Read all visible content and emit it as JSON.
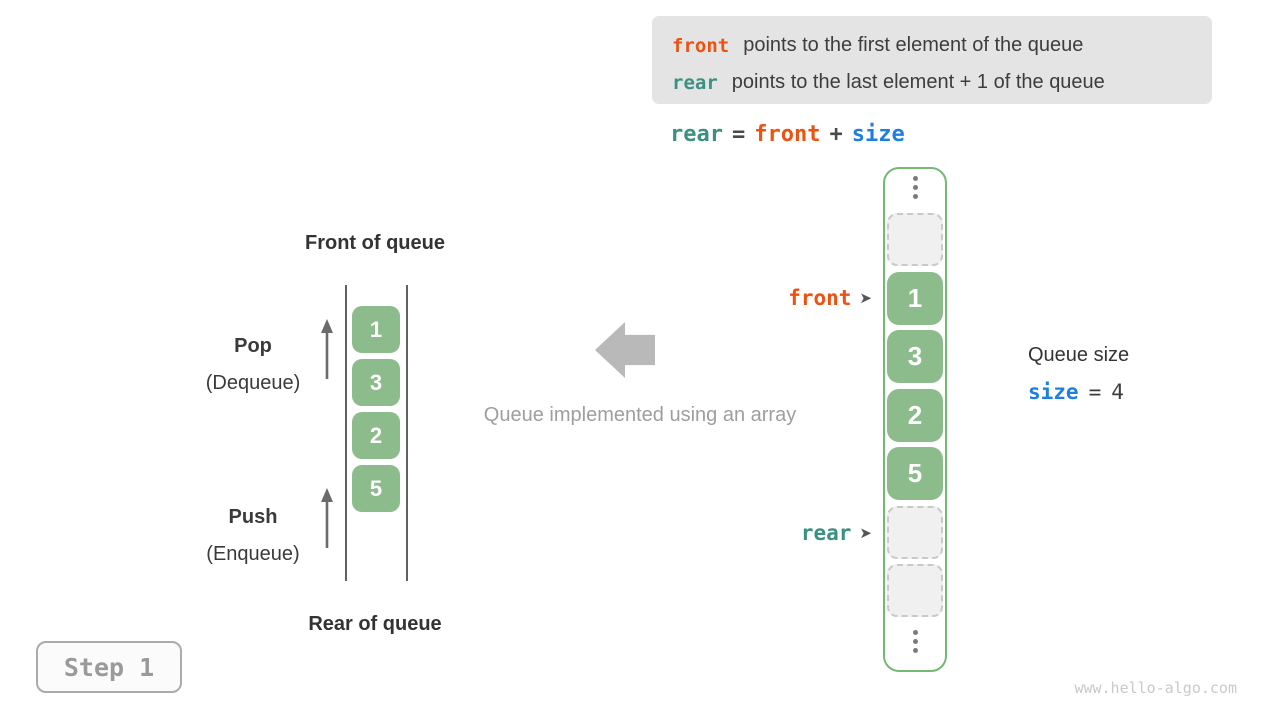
{
  "info_box": {
    "lines": [
      {
        "token": "front",
        "text": "points to the first element of the queue"
      },
      {
        "token": "rear",
        "text": "points to the last element + 1 of the queue"
      }
    ]
  },
  "formula": {
    "rear": "rear",
    "eq": "=",
    "front": "front",
    "plus": "+",
    "size": "size"
  },
  "left_queue": {
    "front_label": "Front of queue",
    "rear_label": "Rear of queue",
    "pop": "Pop",
    "pop_sub": "(Dequeue)",
    "push": "Push",
    "push_sub": "(Enqueue)",
    "cells": [
      "1",
      "3",
      "2",
      "5"
    ]
  },
  "middle": {
    "caption": "Queue implemented using an array"
  },
  "array_column": {
    "front_pointer": "front",
    "rear_pointer": "rear",
    "pointer_arrow": "➤",
    "cells": [
      "1",
      "3",
      "2",
      "5"
    ]
  },
  "queue_size": {
    "label": "Queue size",
    "var": "size",
    "eq": "=",
    "value": "4"
  },
  "step_badge": {
    "label": "Step 1"
  },
  "watermark": "www.hello-algo.com",
  "colors": {
    "accent_orange": "#ec5312",
    "accent_teal": "#3b9082",
    "accent_blue": "#1d7fe0",
    "cell_green": "#8cbc8c",
    "box_border_green": "#74b874",
    "legend_bg": "#e4e4e4",
    "muted_gray": "#9e9e9e"
  }
}
